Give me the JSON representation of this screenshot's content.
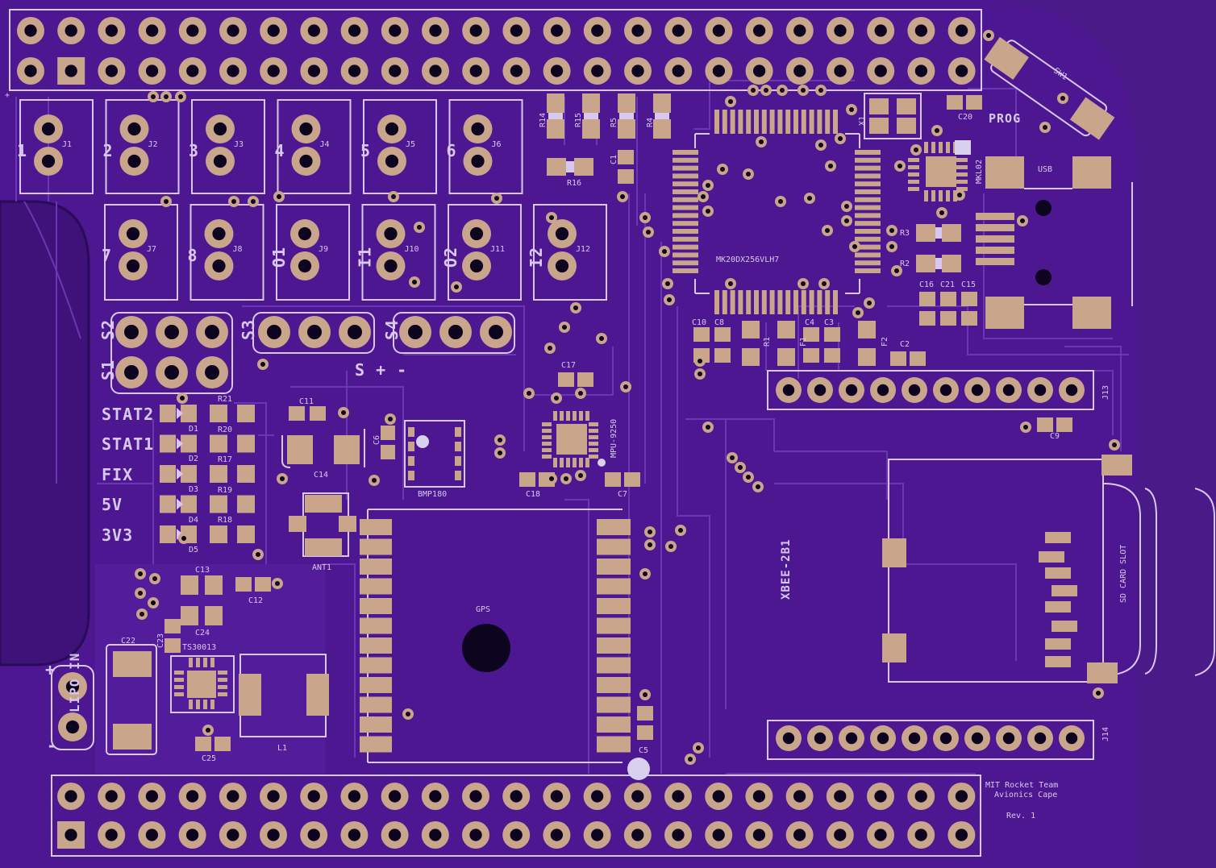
{
  "colors": {
    "board": "#4c1790",
    "copper": "#5a22a4",
    "trace": "#6a36b4",
    "pad": "#c9a58c",
    "silk": "#d8c8ee",
    "hole": "#0d0420",
    "pcb_edge": "#1e0b40"
  },
  "labels": {
    "channels_top": [
      "1",
      "2",
      "3",
      "4",
      "5",
      "6"
    ],
    "channels_bottom": [
      "7",
      "8",
      "O1",
      "I1",
      "O2",
      "I2"
    ],
    "jacks_top": [
      "J1",
      "J2",
      "J3",
      "J4",
      "J5",
      "J6"
    ],
    "jacks_bottom": [
      "J7",
      "J8",
      "J9",
      "J10",
      "J11",
      "J12"
    ],
    "servo_headers": [
      "S1",
      "S2",
      "S3",
      "S4"
    ],
    "servo_legend": "S + -",
    "status_leds": [
      "STAT2",
      "STAT1",
      "FIX",
      "5V",
      "3V3"
    ],
    "led_refs": [
      "D1",
      "D2",
      "D3",
      "D4",
      "D5"
    ],
    "res_refs": [
      "R21",
      "R20",
      "R17",
      "R19",
      "R18"
    ],
    "resistors_top": [
      "R14",
      "R15",
      "R5",
      "R4"
    ],
    "r16": "R16",
    "c1": "C1",
    "mcu": "MK20DX256VLH7",
    "x1": "X1",
    "c20": "C20",
    "prog": "PROG",
    "sw1": "SW1",
    "usb": "USB",
    "mkl02": "MKL02",
    "r3": "R3",
    "r2": "R2",
    "c16": "C16",
    "c21": "C21",
    "c15": "C15",
    "c10": "C10",
    "c8": "C8",
    "r1": "R1",
    "f1": "F1",
    "c4": "C4",
    "c3": "C3",
    "f2": "F2",
    "c2": "C2",
    "c17": "C17",
    "j13": "J13",
    "j14": "J14",
    "c9": "C9",
    "c11": "C11",
    "c6": "C6",
    "c14": "C14",
    "bmp": "BMP180",
    "mpu": "MPU-9250",
    "c18": "C18",
    "c7": "C7",
    "ant1": "ANT1",
    "gps": "GPS",
    "xbee": "XBEE-2B1",
    "sd": "SD CARD SLOT",
    "c13": "C13",
    "c12": "C12",
    "c24": "C24",
    "c22": "C22",
    "c23": "C23",
    "ts": "TS30013",
    "l1": "L1",
    "c25": "C25",
    "c5": "C5",
    "lipo": "LIPO IN",
    "plus": "+",
    "minus": "-",
    "credit_line1": "MIT Rocket Team",
    "credit_line2": "Avionics Cape",
    "credit_line3": "Rev. 1"
  }
}
